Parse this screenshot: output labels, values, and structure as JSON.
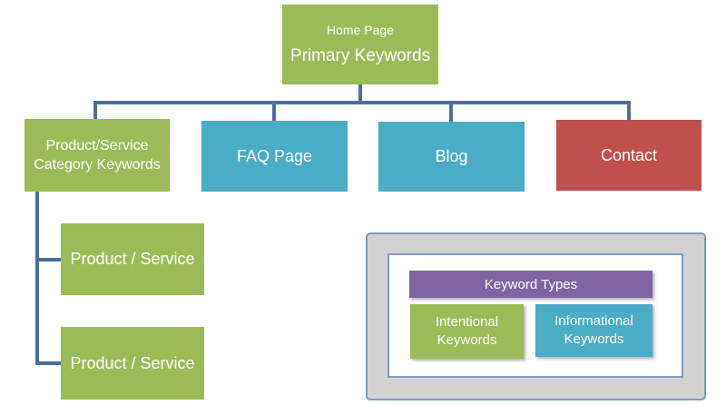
{
  "diagram": {
    "nodes": {
      "home": {
        "line1": "Home Page",
        "line2": "Primary Keywords"
      },
      "category": {
        "label": "Product/Service Category Keywords"
      },
      "faq": {
        "label": "FAQ Page"
      },
      "blog": {
        "label": "Blog"
      },
      "contact": {
        "label": "Contact"
      },
      "product1": {
        "label": "Product / Service"
      },
      "product2": {
        "label": "Product / Service"
      }
    },
    "legend": {
      "title": "Keyword Types",
      "items": [
        {
          "label": "Intentional Keywords",
          "color": "#9bbb59"
        },
        {
          "label": "Informational Keywords",
          "color": "#4bacc6"
        }
      ]
    },
    "colors": {
      "node_green": "#9bbb59",
      "node_blue": "#4bacc6",
      "node_red": "#c0504d",
      "legend_purple": "#8064a2",
      "connector_blue": "#4d6e9e",
      "legend_fill_gray": "#d2d2d2",
      "legend_border_blue": "#7d9bc1"
    }
  }
}
